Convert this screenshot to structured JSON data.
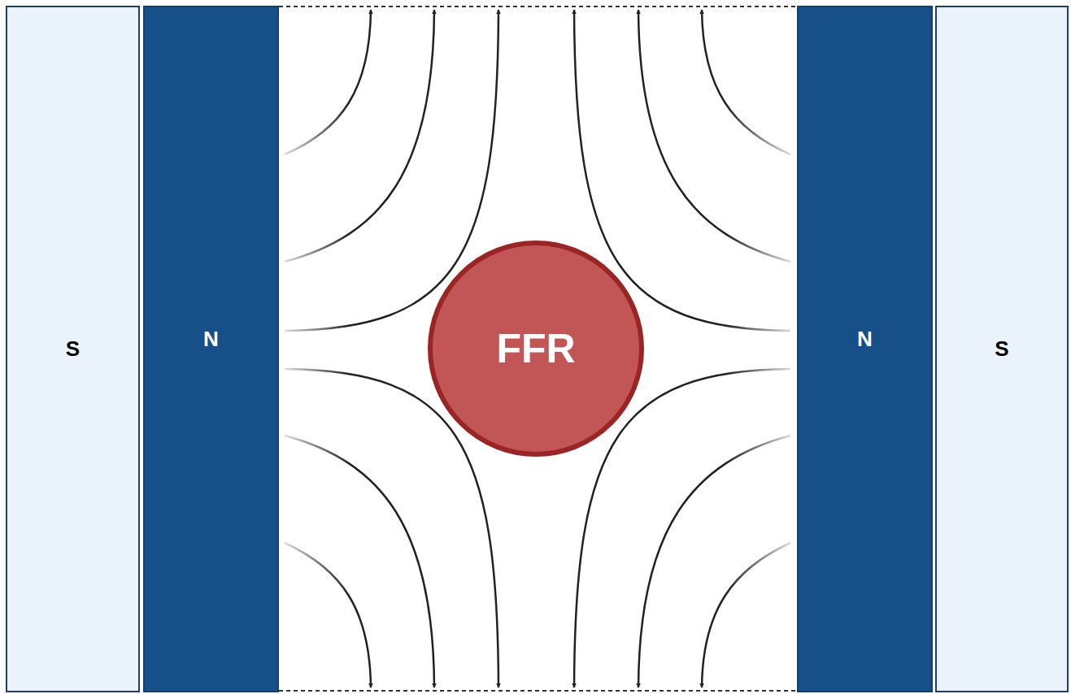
{
  "diagram": {
    "nodes": [
      {
        "text": [
          "S"
        ]
      },
      {
        "text": [
          "N"
        ]
      },
      {
        "text": [
          "FFR"
        ]
      },
      {
        "text": [
          "N"
        ]
      },
      {
        "text": [
          "S"
        ]
      }
    ]
  }
}
